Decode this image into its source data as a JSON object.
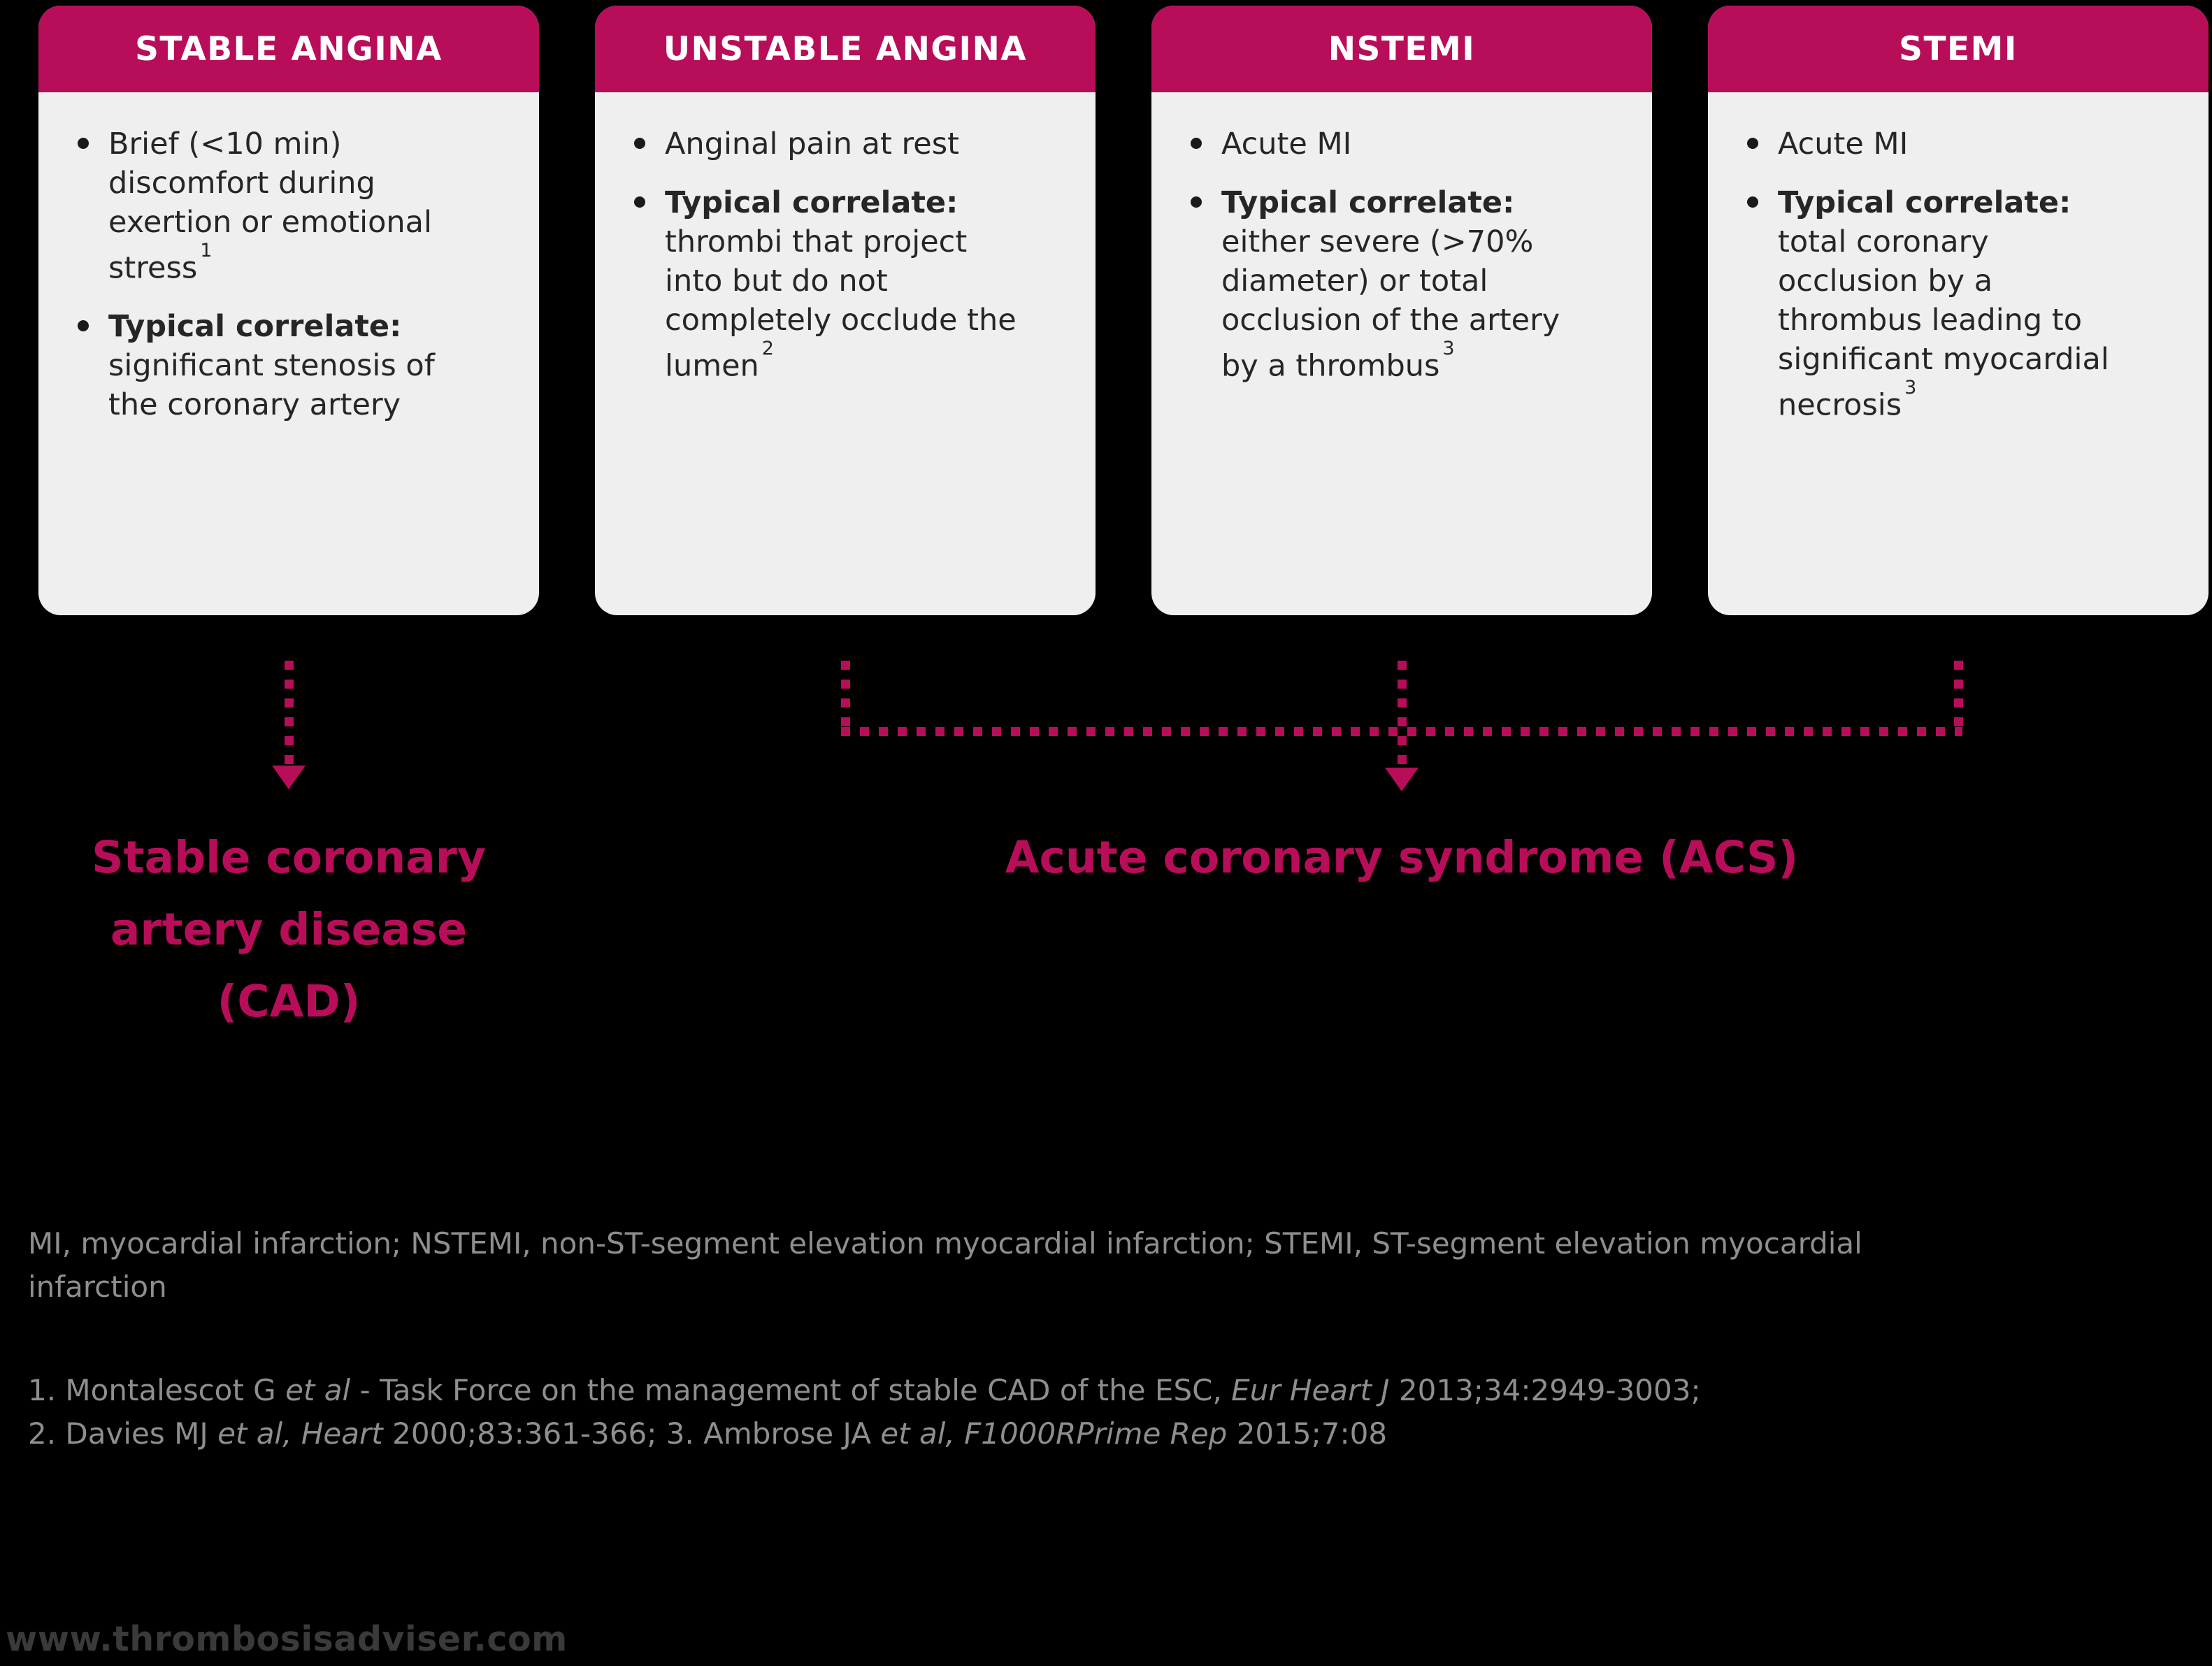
{
  "colors": {
    "accent": "#b80d59",
    "background": "#000000",
    "card_body_bg": "#efefef",
    "card_title_text": "#ffffff",
    "body_text": "#262626",
    "footnote_text": "#8e8e8e",
    "website_text": "#3a3a3a"
  },
  "cards": [
    {
      "title": "STABLE ANGINA",
      "bullets": [
        [
          "Brief (<10 min) discomfort during exertion or emotional stress",
          "1"
        ],
        [
          "Typical correlate:",
          " significant stenosis of the coronary artery"
        ]
      ]
    },
    {
      "title": "UNSTABLE ANGINA",
      "bullets": [
        [
          "Anginal pain at rest"
        ],
        [
          "Typical correlate:",
          " thrombi that project into but do not completely occlude the lumen",
          "2"
        ]
      ]
    },
    {
      "title": "NSTEMI",
      "bullets": [
        [
          "Acute MI"
        ],
        [
          "Typical correlate:",
          " either severe (>70% diameter) or total occlusion of the artery by a thrombus",
          "3"
        ]
      ]
    },
    {
      "title": "STEMI",
      "bullets": [
        [
          "Acute MI"
        ],
        [
          "Typical correlate:",
          " total coronary occlusion by a thrombus leading to significant myocardial necrosis",
          "3"
        ]
      ]
    }
  ],
  "groups": {
    "cad": {
      "lines": [
        "Stable coronary",
        "artery disease",
        "(CAD)"
      ]
    },
    "acs": {
      "label": "Acute coronary syndrome (ACS)"
    }
  },
  "footnotes": {
    "abbreviations": "MI, myocardial infarction; NSTEMI, non-ST-segment elevation myocardial infarction; STEMI, ST-segment elevation myocardial infarction",
    "references": [
      [
        "1. Montalescot G ",
        "et al",
        " - Task Force on the management of stable CAD of the ESC, ",
        "Eur Heart J",
        " 2013;34:2949-3003;"
      ],
      [
        "2. Davies MJ ",
        "et al, Heart",
        " 2000;83:361-366; 3. Ambrose JA ",
        "et al, F1000RPrime Rep",
        " 2015;7:08"
      ]
    ]
  },
  "website": "www.thrombosisadviser.com"
}
